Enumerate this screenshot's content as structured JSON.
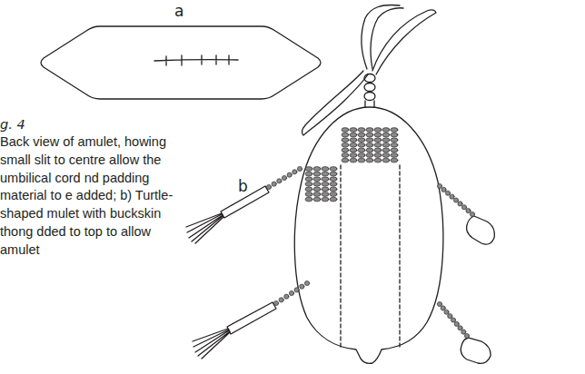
{
  "diagram": {
    "caption": "Back view of amulet, howing small slit to centre allow the umbilical cord nd padding material to e added; b) Turtle-shaped mulet with buckskin thong dded to top to allow amulet",
    "labels": [
      "a",
      "g. 4",
      "b"
    ]
  }
}
